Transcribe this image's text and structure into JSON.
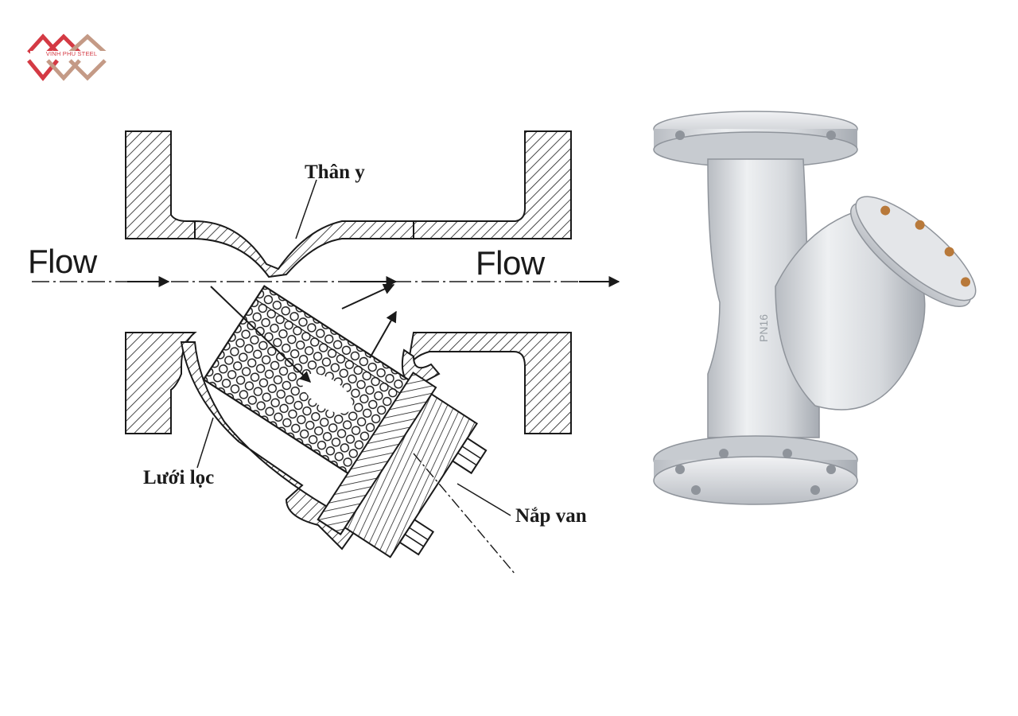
{
  "brand": {
    "logo_text": "VINH PHU STEEL",
    "colors": {
      "red": "#d43a44",
      "tan": "#c49a86"
    }
  },
  "diagram": {
    "flow_in_label": "Flow",
    "flow_out_label": "Flow",
    "labels": {
      "body": "Thân y",
      "screen": "Lưới lọc",
      "cap": "Nắp van"
    },
    "colors": {
      "line": "#1a1a1a",
      "background": "#ffffff"
    }
  },
  "photo": {
    "embossed_text": "PN16",
    "colors": {
      "metal": "#dfe1e4",
      "bolt": "#b8793a"
    }
  }
}
